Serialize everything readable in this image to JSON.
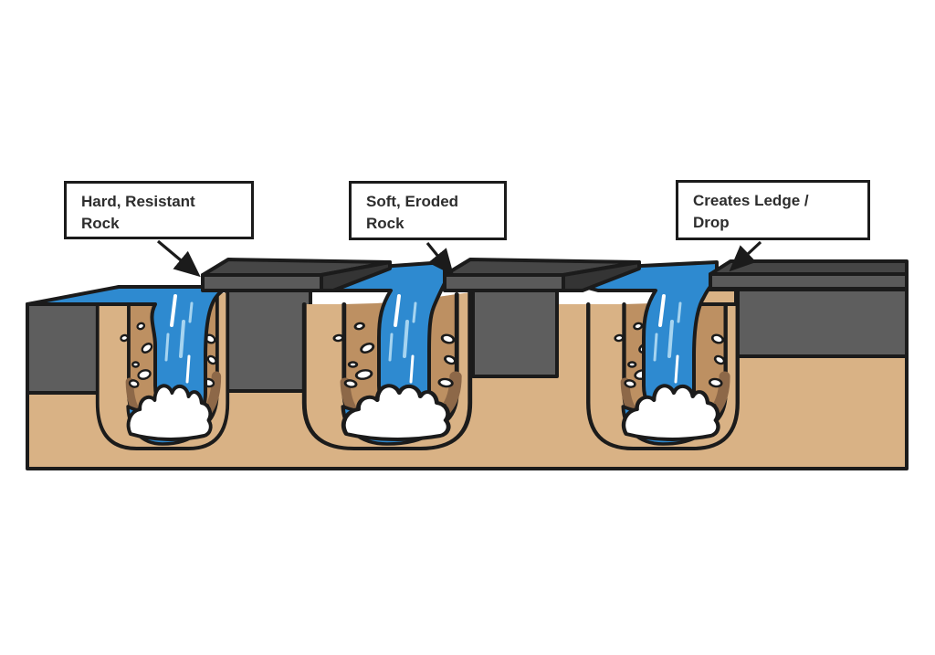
{
  "labels": [
    {
      "id": "hard-rock",
      "line1": "Hard, Resistant",
      "line2": "Rock"
    },
    {
      "id": "soft-rock",
      "line1": "Soft, Eroded",
      "line2": "Rock"
    },
    {
      "id": "ledge-drop",
      "line1": "Creates Ledge /",
      "line2": "Drop"
    }
  ],
  "palette": {
    "outline": "#1b1b1b",
    "rock_gray": "#5e5e5e",
    "slab_top": "#464646",
    "slab_front": "#5a5a5a",
    "slab_side": "#343434",
    "ground_tan": "#d9b285",
    "hole_tan": "#bd9062",
    "shadow_brown": "#8d6848",
    "water_blue": "#2e8ad0",
    "stream_light": "#a6d4f0",
    "foam_white": "#ffffff",
    "background": "#ffffff",
    "label_text": "#2d2d2d"
  }
}
